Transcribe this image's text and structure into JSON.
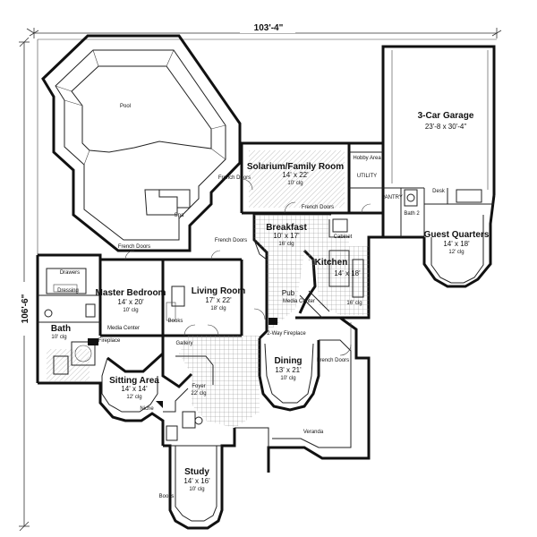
{
  "dimensions": {
    "width": "103'-4\"",
    "depth": "106'-6\""
  },
  "rooms": {
    "pool": {
      "name": "Pool"
    },
    "spa": {
      "name": "Spa"
    },
    "solarium": {
      "name": "Solarium/Family Room",
      "size": "14' x 22'",
      "clg": "10' clg"
    },
    "hobby": {
      "name": "Hobby Area"
    },
    "utility": {
      "name": "UTILITY"
    },
    "pantry": {
      "name": "PANTRY"
    },
    "garage": {
      "name": "3-Car Garage",
      "size": "23'-8 x 30'-4\""
    },
    "desk": {
      "name": "Desk"
    },
    "bath2": {
      "name": "Bath 2"
    },
    "guest": {
      "name": "Guest Quarters",
      "size": "14' x 18'",
      "clg": "12' clg"
    },
    "breakfast": {
      "name": "Breakfast",
      "size": "10' x 17'",
      "clg": "16' clg"
    },
    "cabinet": {
      "name": "Cabinet"
    },
    "kitchen": {
      "name": "Kitchen",
      "size": "14' x 18'",
      "clg": "16' clg"
    },
    "pub": {
      "name": "Pub"
    },
    "master": {
      "name": "Master Bedroom",
      "size": "14' x 20'",
      "clg": "10' clg"
    },
    "dressing": {
      "name": "Dressing"
    },
    "drawers": {
      "name": "Drawers"
    },
    "bath": {
      "name": "Bath",
      "clg": "10' clg"
    },
    "living": {
      "name": "Living Room",
      "size": "17' x 22'",
      "clg": "18' clg"
    },
    "sitting": {
      "name": "Sitting Area",
      "size": "14' x 14'",
      "clg": "12' clg"
    },
    "foyer": {
      "name": "Foyer",
      "clg": "22' clg"
    },
    "gallery": {
      "name": "Gallery"
    },
    "niche": {
      "name": "Niche"
    },
    "dining": {
      "name": "Dining",
      "size": "13' x 21'",
      "clg": "10' clg"
    },
    "study": {
      "name": "Study",
      "size": "14' x 16'",
      "clg": "10' clg"
    },
    "veranda": {
      "name": "Veranda"
    }
  },
  "annotations": {
    "french_doors": "French Doors",
    "media_center": "Media Center",
    "fireplace": "Fireplace",
    "two_way_fireplace": "2-Way Fireplace",
    "books": "Books"
  }
}
